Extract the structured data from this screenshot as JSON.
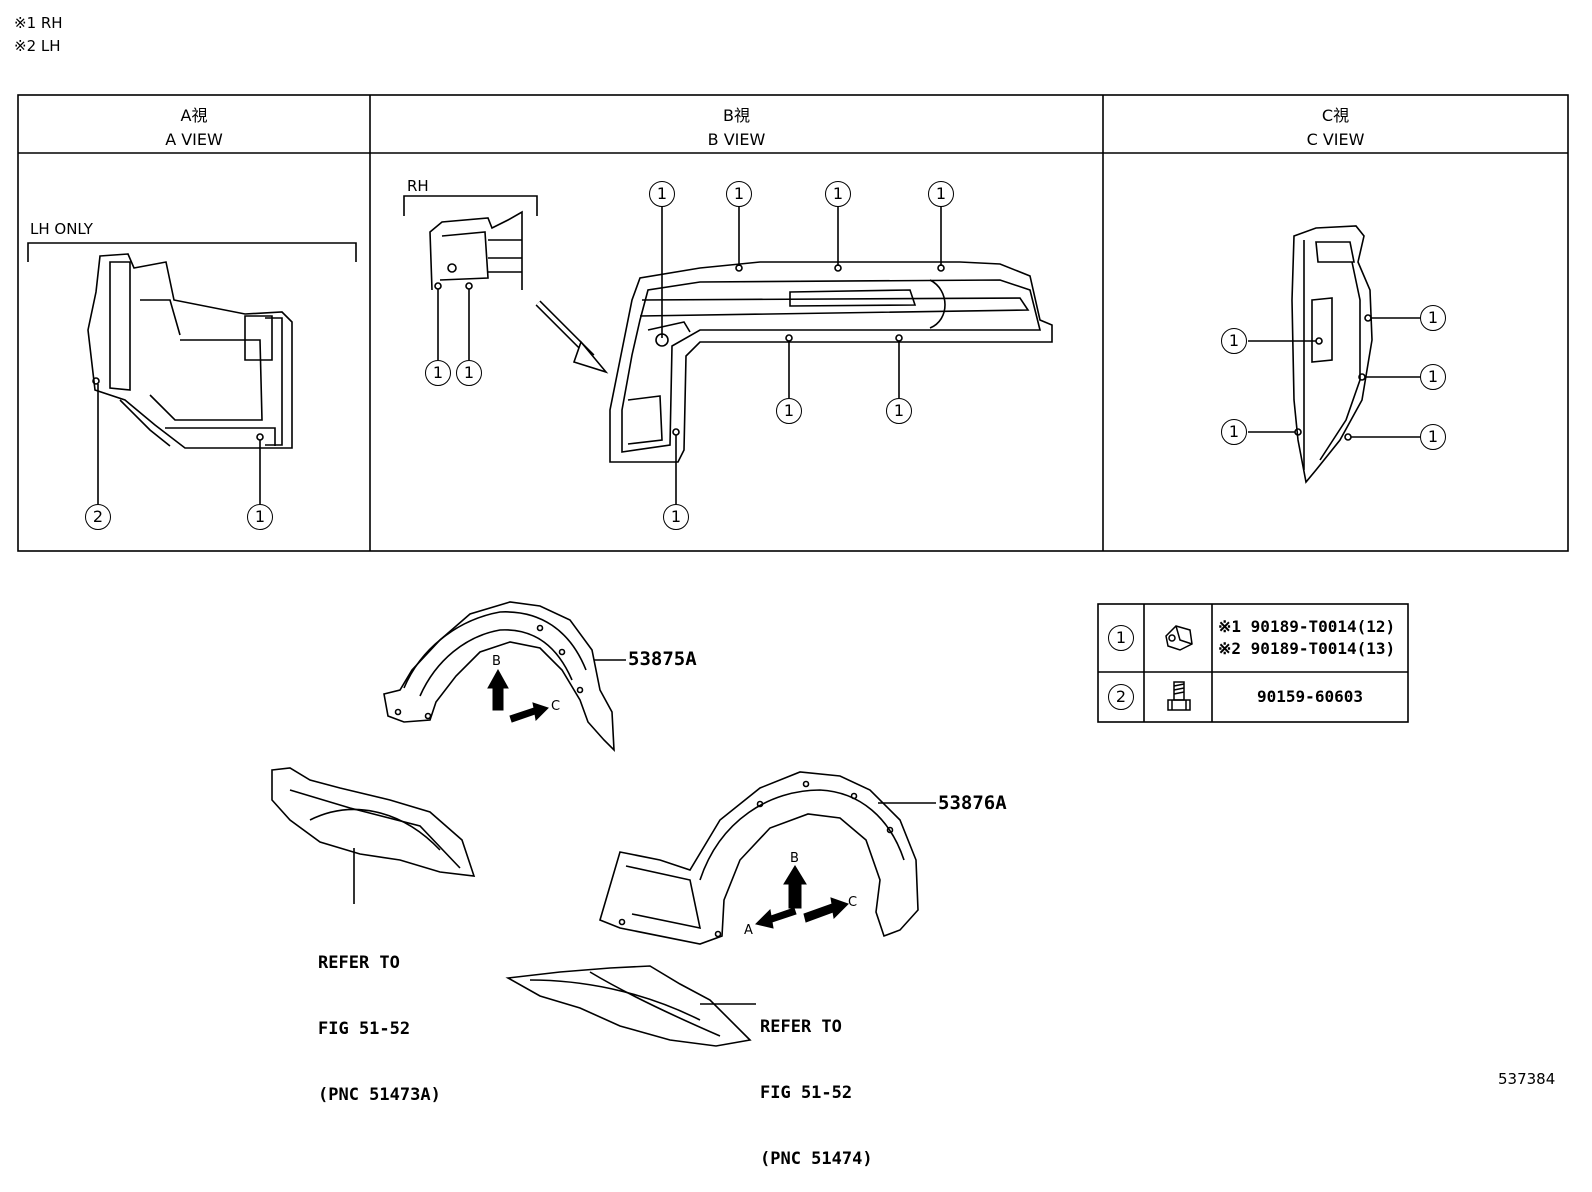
{
  "notes": [
    "※1 RH",
    "※2 LH"
  ],
  "views": [
    {
      "jp": "A視",
      "en": "A VIEW",
      "sub_label": "LH ONLY"
    },
    {
      "jp": "B視",
      "en": "B VIEW",
      "sub_label": "RH"
    },
    {
      "jp": "C視",
      "en": "C VIEW"
    }
  ],
  "callouts": {
    "one": "1",
    "two": "2"
  },
  "parts": {
    "upper_liner": "53875A",
    "lower_liner": "53876A"
  },
  "arrow_letters": {
    "a": "A",
    "b": "B",
    "c": "C"
  },
  "refer_notes": [
    [
      "REFER TO",
      "FIG 51-52",
      "(PNC 51473A)"
    ],
    [
      "REFER TO",
      "FIG 51-52",
      "(PNC 51474)"
    ]
  ],
  "legend": [
    {
      "number": "1",
      "icon": "clip-icon",
      "lines": [
        "※1 90189-T0014(12)",
        "※2 90189-T0014(13)"
      ]
    },
    {
      "number": "2",
      "icon": "screw-icon",
      "lines": [
        "90159-60603"
      ]
    }
  ],
  "diagram_id": "537384"
}
